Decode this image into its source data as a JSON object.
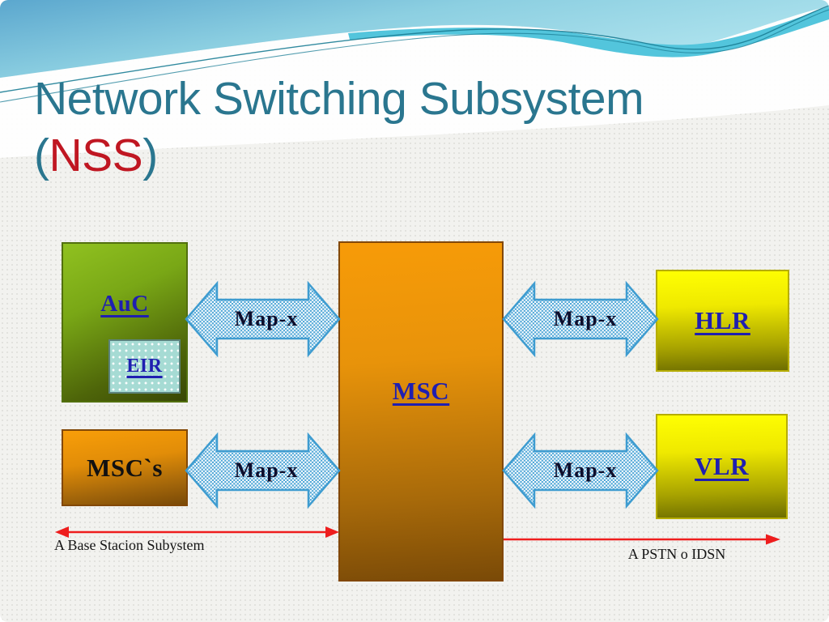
{
  "slide": {
    "title": {
      "line1": "Network Switching Subsystem",
      "paren_open": "(",
      "acronym": "NSS",
      "paren_close": ")"
    },
    "colors": {
      "title_teal": "#2A768F",
      "acronym_red": "#C01722",
      "node_label_blue": "#1F1FB0",
      "arrow_border_blue": "#3E9CD0",
      "arrow_fill_blue": "#4DA5D6",
      "red_arrow": "#EE1D1D",
      "auc_green_top": "#90C120",
      "auc_green_bottom": "#394706",
      "orange_top": "#F79B08",
      "orange_bottom": "#7A4A07",
      "yellow_top": "#FFFF02",
      "yellow_bottom": "#6E6E00",
      "eir_fill": "#A6DBD4"
    },
    "diagram": {
      "nodes": [
        {
          "id": "auc",
          "label": "AuC"
        },
        {
          "id": "eir",
          "label": "EIR"
        },
        {
          "id": "mscs",
          "label": "MSC`s"
        },
        {
          "id": "msc",
          "label": "MSC"
        },
        {
          "id": "hlr",
          "label": "HLR"
        },
        {
          "id": "vlr",
          "label": "VLR"
        }
      ],
      "links": [
        {
          "id": "auc-msc",
          "label": "Map-x"
        },
        {
          "id": "msc-hlr",
          "label": "Map-x"
        },
        {
          "id": "mscs-msc",
          "label": "Map-x"
        },
        {
          "id": "msc-vlr",
          "label": "Map-x"
        }
      ],
      "annotations": [
        {
          "id": "bss",
          "label": "A Base Stacion Subystem"
        },
        {
          "id": "pstn",
          "label": "A PSTN o IDSN"
        }
      ]
    }
  }
}
